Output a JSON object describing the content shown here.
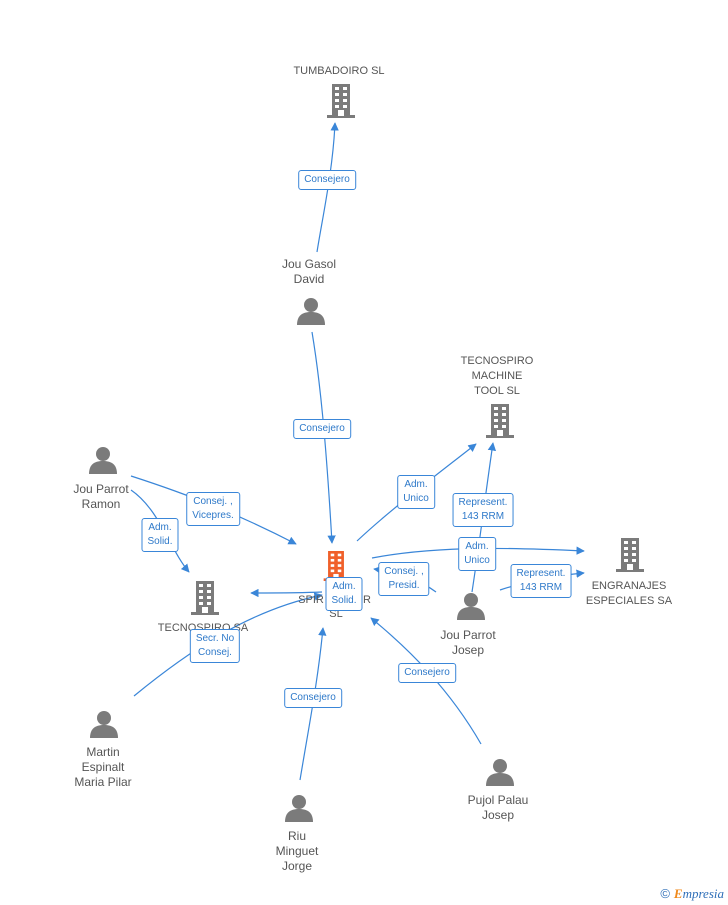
{
  "nodes": {
    "tumbadoiro": {
      "label": "TUMBADOIRO SL",
      "kind": "company"
    },
    "jou_gasol": {
      "label": "Jou Gasol\nDavid",
      "kind": "person"
    },
    "tecnospiro_machine": {
      "label": "TECNOSPIRO\nMACHINE\nTOOL SL",
      "kind": "company"
    },
    "jou_parrot_ramon": {
      "label": "Jou Parrot\nRamon",
      "kind": "person"
    },
    "central": {
      "label": "SPIR",
      "label_tail": "R",
      "label_second": "SL",
      "kind": "company-highlight"
    },
    "tecnospiro_sa": {
      "label": "TECNOSPIRO SA",
      "kind": "company"
    },
    "engranajes": {
      "label": "ENGRANAJES\nESPECIALES SA",
      "kind": "company"
    },
    "jou_parrot_josep": {
      "label": "Jou Parrot\nJosep",
      "kind": "person"
    },
    "martin": {
      "label": "Martin\nEspinalt\nMaria Pilar",
      "kind": "person"
    },
    "riu": {
      "label": "Riu\nMinguet\nJorge",
      "kind": "person"
    },
    "pujol": {
      "label": "Pujol Palau\nJosep",
      "kind": "person"
    }
  },
  "edges": {
    "e1": "Consejero",
    "e2": "Consejero",
    "e3": "Adm.\nUnico",
    "e4": "Represent.\n143 RRM",
    "e5": "Consej. ,\nVicepres.",
    "e6": "Adm.\nSolid.",
    "e7": "Adm.\nUnico",
    "e8": "Represent.\n143 RRM",
    "e9": "Consej. ,\nPresid.",
    "e10": "Adm.\nSolid.",
    "e11": "Secr.  No\nConsej.",
    "e12": "Consejero",
    "e13": "Consejero"
  },
  "colors": {
    "line": "#3a86d8",
    "icon": "#7b7b7b",
    "highlight": "#f0602a"
  },
  "icons": {
    "company": "building-icon",
    "person": "person-icon"
  },
  "footer": {
    "copyright": "©",
    "brand_first": "E",
    "brand_rest": "mpresia"
  }
}
